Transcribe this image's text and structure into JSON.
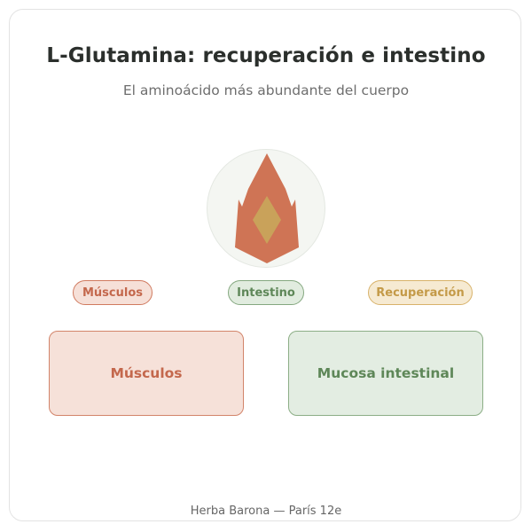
{
  "header": {
    "title": "L-Glutamina: recuperación e intestino",
    "subtitle": "El aminoácido más abundante del cuerpo"
  },
  "emblem": {
    "icon": "flame-icon",
    "colors": {
      "flame": "#cf7455",
      "core": "#c9a25a",
      "background": "#f4f6f2"
    }
  },
  "tags": {
    "musculos": "Músculos",
    "intestino": "Intestino",
    "recuperacion": "Recuperación"
  },
  "boxes": {
    "musculos": "Músculos",
    "mucosa": "Mucosa intestinal"
  },
  "footer": {
    "text": "Herba Barona — París 12e"
  },
  "colors": {
    "terracotta": "#c4684d",
    "sage": "#5e8758",
    "ochre": "#c49a48"
  }
}
